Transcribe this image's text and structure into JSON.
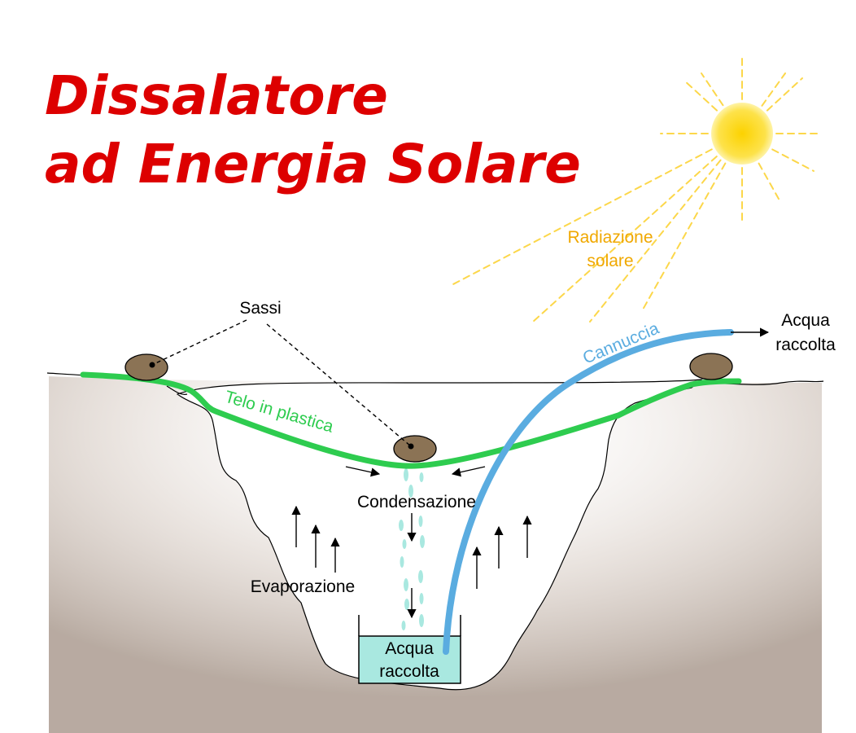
{
  "title": {
    "line1": "Dissalatore",
    "line2": "ad Energia Solare"
  },
  "labels": {
    "radiation_line1": "Radiazione",
    "radiation_line2": "solare",
    "stones": "Sassi",
    "straw": "Cannuccia",
    "sheet": "Telo in plastica",
    "condensation": "Condensazione",
    "evaporation": "Evaporazione",
    "outlet_line1": "Acqua",
    "outlet_line2": "raccolta",
    "container_line1": "Acqua",
    "container_line2": "raccolta"
  },
  "colors": {
    "title": "#dd0000",
    "sun": "#fcd200",
    "radiation_text": "#f0a800",
    "sheet": "#2ecc4f",
    "straw": "#5aace0",
    "water": "#a9e8e0",
    "stone": "#8b7355",
    "ground": "#c9bdb4"
  },
  "icons": [
    "sun-icon",
    "stone-icon",
    "arrow-icon",
    "water-drop-icon"
  ]
}
